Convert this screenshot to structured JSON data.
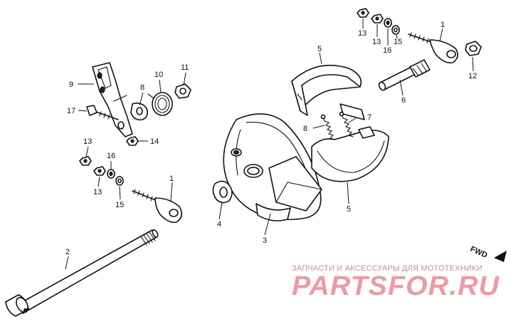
{
  "callouts": [
    {
      "id": "c1a",
      "text": "1"
    },
    {
      "id": "c1b",
      "text": "1"
    },
    {
      "id": "c2",
      "text": "2"
    },
    {
      "id": "c3",
      "text": "3"
    },
    {
      "id": "c4",
      "text": "4"
    },
    {
      "id": "c5a",
      "text": "5"
    },
    {
      "id": "c5b",
      "text": "5"
    },
    {
      "id": "c6",
      "text": "6"
    },
    {
      "id": "c7",
      "text": "7"
    },
    {
      "id": "c8a",
      "text": "8"
    },
    {
      "id": "c8b",
      "text": "8"
    },
    {
      "id": "c9",
      "text": "9"
    },
    {
      "id": "c10",
      "text": "10"
    },
    {
      "id": "c11",
      "text": "11"
    },
    {
      "id": "c12",
      "text": "12"
    },
    {
      "id": "c13a",
      "text": "13"
    },
    {
      "id": "c13b",
      "text": "13"
    },
    {
      "id": "c13c",
      "text": "13"
    },
    {
      "id": "c13d",
      "text": "13"
    },
    {
      "id": "c14",
      "text": "14"
    },
    {
      "id": "c15a",
      "text": "15"
    },
    {
      "id": "c15b",
      "text": "15"
    },
    {
      "id": "c16a",
      "text": "16"
    },
    {
      "id": "c16b",
      "text": "16"
    },
    {
      "id": "c17",
      "text": "17"
    }
  ],
  "direction_label": "FWD",
  "watermark": {
    "tagline": "ЗАПЧАСТИ И АКСЕССУАРЫ ДЛЯ МОТОТЕХНИКИ",
    "brand": "PARTSFOR.RU"
  }
}
